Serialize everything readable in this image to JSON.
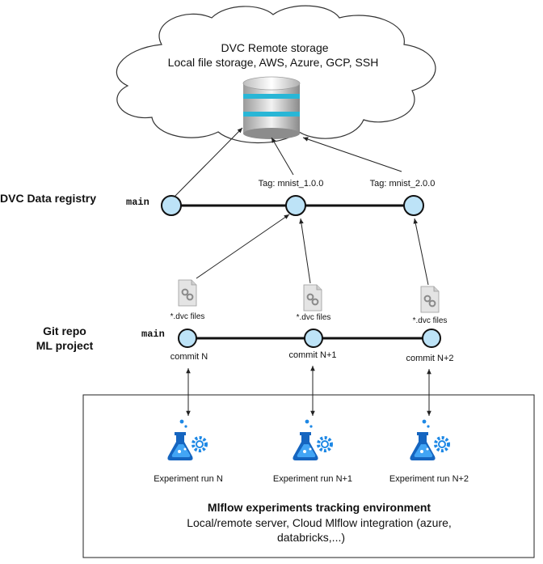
{
  "remote_storage": {
    "title": "DVC Remote storage",
    "subtitle": "Local file storage, AWS, Azure, GCP, SSH"
  },
  "data_registry": {
    "label": "DVC Data registry",
    "branch": "main",
    "tags": [
      "Tag: mnist_1.0.0",
      "Tag: mnist_2.0.0"
    ]
  },
  "git_repo": {
    "label_line1": "Git repo",
    "label_line2": "ML project",
    "branch": "main",
    "dvc_files_label": "*.dvc files",
    "commits": [
      "commit N",
      "commit N+1",
      "commit N+2"
    ]
  },
  "mlflow": {
    "runs": [
      "Experiment run N",
      "Experiment run N+1",
      "Experiment run N+2"
    ],
    "title": "Mlflow experiments tracking environment",
    "desc_line1": "Local/remote server, Cloud Mlflow integration (azure,",
    "desc_line2": "databricks,...)"
  },
  "colors": {
    "node_fill": "#bde3f7",
    "accent_blue": "#1e88e5",
    "db_stripe": "#29b6d6"
  },
  "icons": {
    "database": "database-icon",
    "dvc_file": "file-link-icon",
    "experiment": "flask-gear-icon"
  }
}
